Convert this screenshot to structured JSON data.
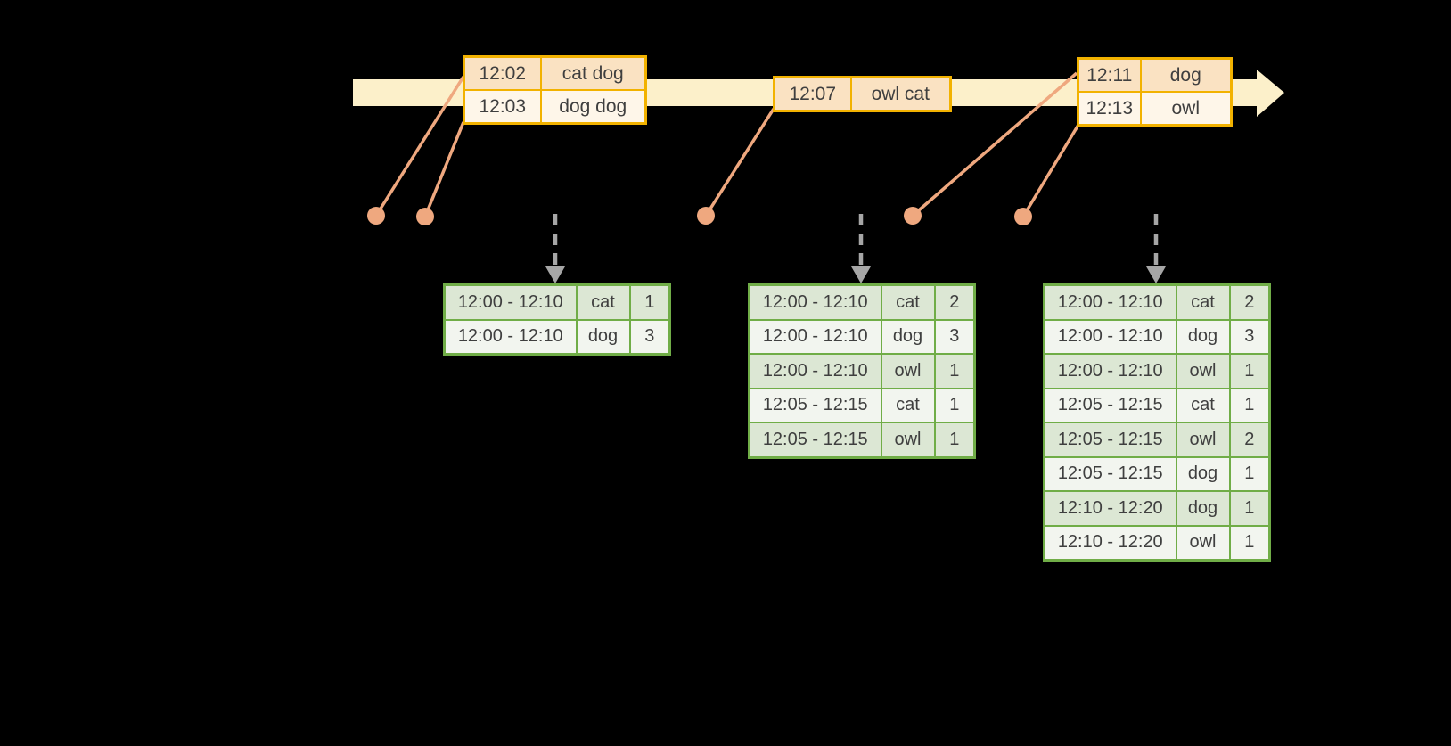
{
  "diagram": {
    "description": "Streaming windowed word-count timeline: event batches on an event-time arrow feed triggered result tables of windowed counts"
  },
  "colors": {
    "band": "#FCF0CA",
    "gold": "#F2B200",
    "peach": "#FAE2C2",
    "cream": "#FEF6E9",
    "salmon": "#EFA87F",
    "green": "#70AD47",
    "green-tint": "#DCE7D4",
    "green-light": "#F2F5EF",
    "gray": "#A6A6A6",
    "text": "#3F3F3F",
    "bg": "#000000"
  },
  "event_tables": [
    {
      "rows": [
        {
          "time": "12:02",
          "words": "cat dog"
        },
        {
          "time": "12:03",
          "words": "dog dog"
        }
      ]
    },
    {
      "rows": [
        {
          "time": "12:07",
          "words": "owl cat"
        }
      ]
    },
    {
      "rows": [
        {
          "time": "12:11",
          "words": "dog"
        },
        {
          "time": "12:13",
          "words": "owl"
        }
      ]
    }
  ],
  "result_tables": [
    {
      "rows": [
        {
          "window": "12:00 - 12:10",
          "word": "cat",
          "count": "1"
        },
        {
          "window": "12:00 - 12:10",
          "word": "dog",
          "count": "3"
        }
      ]
    },
    {
      "rows": [
        {
          "window": "12:00 - 12:10",
          "word": "cat",
          "count": "2"
        },
        {
          "window": "12:00 - 12:10",
          "word": "dog",
          "count": "3"
        },
        {
          "window": "12:00 - 12:10",
          "word": "owl",
          "count": "1"
        },
        {
          "window": "12:05 - 12:15",
          "word": "cat",
          "count": "1"
        },
        {
          "window": "12:05 - 12:15",
          "word": "owl",
          "count": "1"
        }
      ]
    },
    {
      "rows": [
        {
          "window": "12:00 - 12:10",
          "word": "cat",
          "count": "2"
        },
        {
          "window": "12:00 - 12:10",
          "word": "dog",
          "count": "3"
        },
        {
          "window": "12:00 - 12:10",
          "word": "owl",
          "count": "1"
        },
        {
          "window": "12:05 - 12:15",
          "word": "cat",
          "count": "1"
        },
        {
          "window": "12:05 - 12:15",
          "word": "owl",
          "count": "2"
        },
        {
          "window": "12:05 - 12:15",
          "word": "dog",
          "count": "1"
        },
        {
          "window": "12:10 - 12:20",
          "word": "dog",
          "count": "1"
        },
        {
          "window": "12:10 - 12:20",
          "word": "owl",
          "count": "1"
        }
      ]
    }
  ]
}
